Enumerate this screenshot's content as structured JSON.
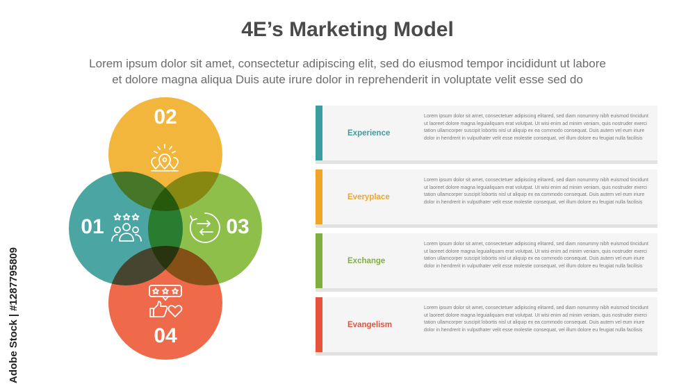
{
  "title": "4E’s Marketing Model",
  "subtitle_line1": "Lorem ipsum dolor sit amet, consectetur adipiscing elit, sed do eiusmod tempor incididunt ut labore",
  "subtitle_line2": "et dolore magna aliqua Duis aute irure dolor in reprehenderit in voluptate velit esse sed do",
  "watermark": "Adobe Stock | #1287795809",
  "colors": {
    "teal": "#4aa5a3",
    "yellow": "#f2b63d",
    "green": "#8dbf4a",
    "orange": "#ee6a4b"
  },
  "circles": [
    {
      "number": "01",
      "icon": "people-rating-icon",
      "color": "#4aa5a3"
    },
    {
      "number": "02",
      "icon": "location-pins-icon",
      "color": "#f2b63d"
    },
    {
      "number": "03",
      "icon": "exchange-arrows-icon",
      "color": "#8dbf4a"
    },
    {
      "number": "04",
      "icon": "review-like-heart-icon",
      "color": "#ee6a4b"
    }
  ],
  "cards": [
    {
      "label": "Experience",
      "color": "#3a9ea0",
      "text": "Lorem ipsum dolor sit amet, consectetuer adipiscing elitared, sed diam nonummy nibh euismod tincidunt ut laoreet dolore magna leguialiquam erat volutpat. Ut wisi enim ad minim veniam, quis nostruder exerci tation ullamcorper suscipit lobortis nisl ut aliquip ex ea commodo consequat. Duis autem vel eum iriure dolor in hendrerit in vulputhater velit esse molestie consequat, vel illum dolore eu feugiat nulla facilisis"
    },
    {
      "label": "Everyplace",
      "color": "#efa527",
      "text": "Lorem ipsum dolor sit amet, consectetuer adipiscing elitared, sed diam nonummy nibh euismod tincidunt ut laoreet dolore magna leguialiquam erat volutpat. Ut wisi enim ad minim veniam, quis nostruder exerci tation ullamcorper suscipit lobortis nisl ut aliquip ex ea commodo consequat. Duis autem vel eum iriure dolor in hendrerit in vulputhater velit esse molestie consequat, vel illum dolore eu feugiat nulla facilisis"
    },
    {
      "label": "Exchange",
      "color": "#7fb03f",
      "text": "Lorem ipsum dolor sit amet, consectetuer adipiscing elitared, sed diam nonummy nibh euismod tincidunt ut laoreet dolore magna leguialiquam erat volutpat. Ut wisi enim ad minim veniam, quis nostruder exerci tation ullamcorper suscipit lobortis nisl ut aliquip ex ea commodo consequat. Duis autem vel eum iriure dolor in hendrerit in vulputhater velit esse molestie consequat, vel illum dolore eu feugiat nulla facilisis"
    },
    {
      "label": "Evangelism",
      "color": "#e8513a",
      "text": "Lorem ipsum dolor sit amet, consectetuer adipiscing elitared, sed diam nonummy nibh euismod tincidunt ut laoreet dolore magna leguialiquam erat volutpat. Ut wisi enim ad minim veniam, quis nostruder exerci tation ullamcorper suscipit lobortis nisl ut aliquip ex ea commodo consequat. Duis autem vel eum iriure dolor in hendrerit in vulputhater velit esse molestie consequat, vel illum dolore eu feugiat nulla facilisis"
    }
  ]
}
